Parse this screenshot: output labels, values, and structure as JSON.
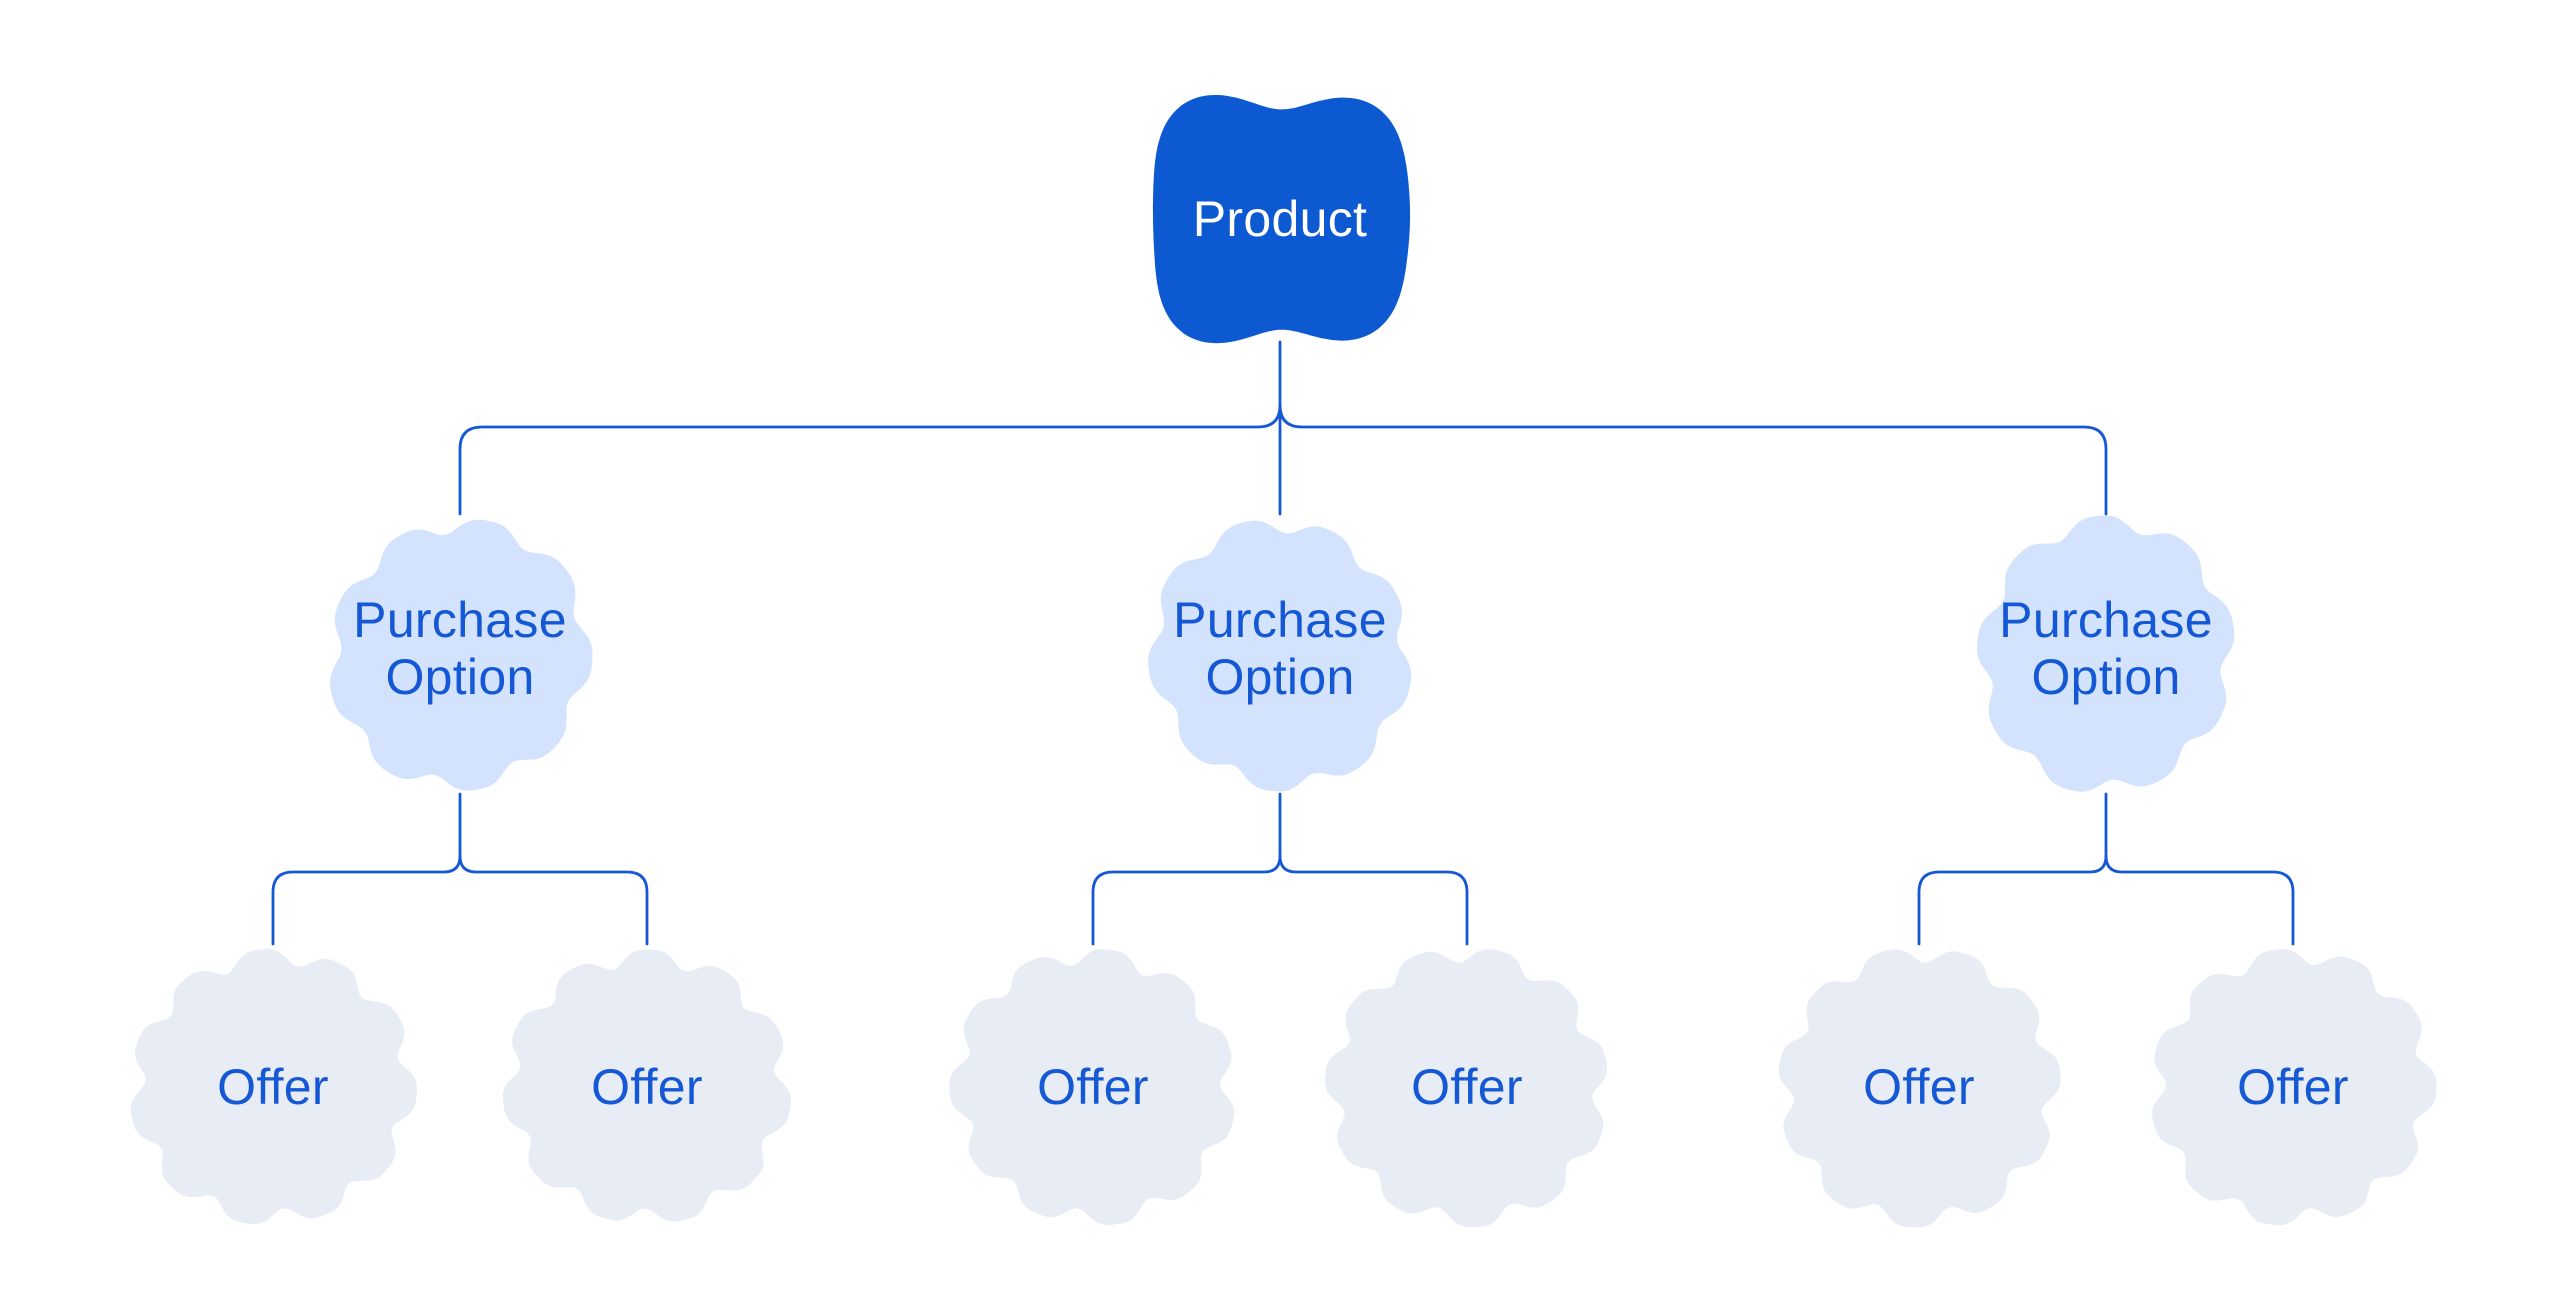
{
  "colors": {
    "background": "#FFFFFF",
    "connector": "#1558D5",
    "product_fill": "#0D59D2",
    "product_text": "#FFFFFF",
    "option_fill": "#D3E3FD",
    "offer_fill": "#E8ECF4",
    "label_text": "#1558D5"
  },
  "nodes": {
    "product": {
      "label": "Product"
    },
    "purchase_options": [
      {
        "label": "Purchase Option"
      },
      {
        "label": "Purchase Option"
      },
      {
        "label": "Purchase Option"
      }
    ],
    "offers": [
      {
        "label": "Offer"
      },
      {
        "label": "Offer"
      },
      {
        "label": "Offer"
      },
      {
        "label": "Offer"
      },
      {
        "label": "Offer"
      },
      {
        "label": "Offer"
      }
    ]
  }
}
